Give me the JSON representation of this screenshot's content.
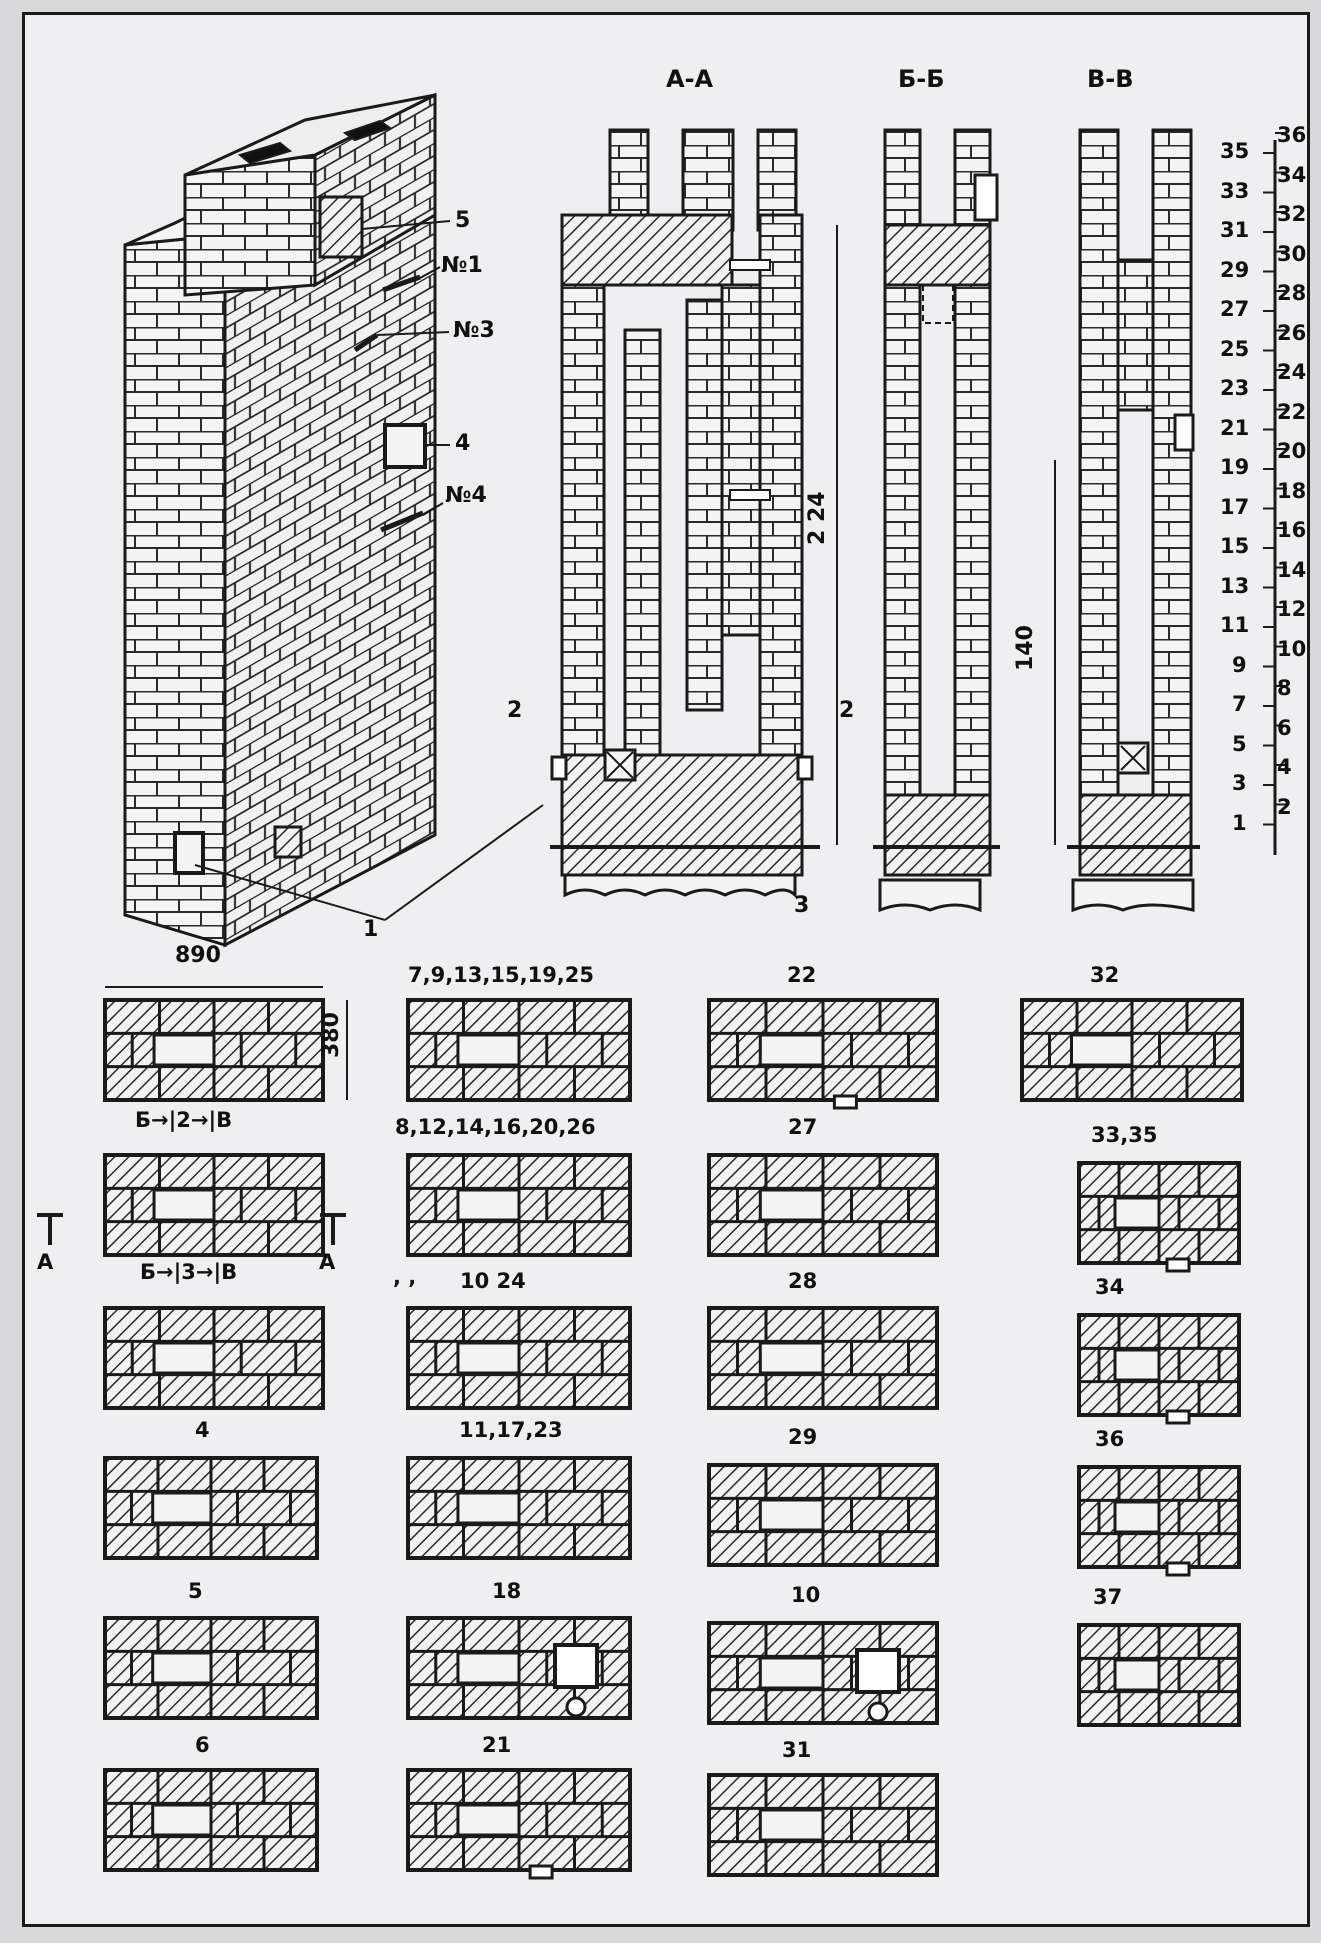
{
  "sections": [
    "А-А",
    "Б-Б",
    "В-В"
  ],
  "dims": {
    "height_main": "2 24",
    "height_side": "140",
    "width": "890",
    "depth": "380"
  },
  "callouts": {
    "c5": "5",
    "n1": "№1",
    "n3": "№3",
    "c4": "4",
    "n4": "№4",
    "c2l": "2",
    "c2r": "2",
    "c3": "3",
    "c1": "1"
  },
  "rows_left": [
    "35",
    "33",
    "31",
    "29",
    "27",
    "25",
    "23",
    "21",
    "19",
    "17",
    "15",
    "13",
    "11",
    "9",
    "7",
    "5",
    "3",
    "1"
  ],
  "rows_right": [
    "36",
    "34",
    "32",
    "30",
    "28",
    "26",
    "24",
    "22",
    "20",
    "18",
    "16",
    "14",
    "12",
    "10",
    "8",
    "6",
    "4",
    "2"
  ],
  "plans": [
    "7,9,13,15,19,25",
    "22",
    "32",
    "8,12,14,16,20,26",
    "27",
    "33,35",
    "10 24",
    "28",
    "34",
    "4",
    "11,17,23",
    "29",
    "36",
    "5",
    "18",
    "10",
    "37",
    "6",
    "21",
    "31"
  ],
  "row_markers": {
    "r2": "Б→|2→|В",
    "r3": "Б→|3→|В",
    "a_left": "А",
    "a_right": "А",
    "dots": ", ,"
  },
  "colors": {
    "paper": "#efeff1",
    "ink": "#1a1a1a",
    "hatch": "#2a2a2a"
  }
}
